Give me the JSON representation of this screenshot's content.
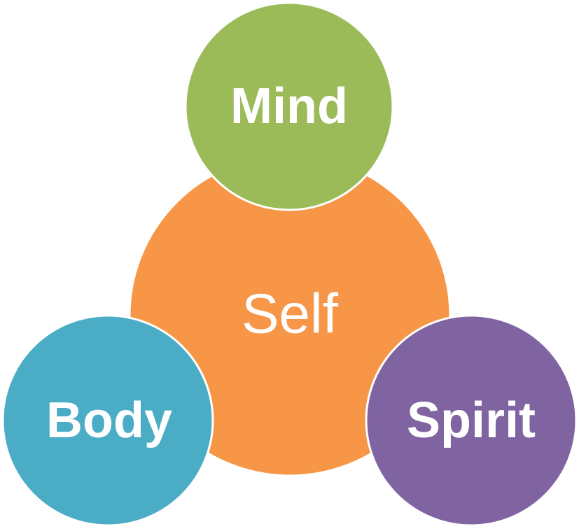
{
  "diagram": {
    "center": {
      "label": "Self",
      "color": "#F79646"
    },
    "top": {
      "label": "Mind",
      "color": "#9BBB59"
    },
    "left": {
      "label": "Body",
      "color": "#4BACC6"
    },
    "right": {
      "label": "Spirit",
      "color": "#8064A2"
    },
    "outline_color": "#FFFFFF"
  }
}
